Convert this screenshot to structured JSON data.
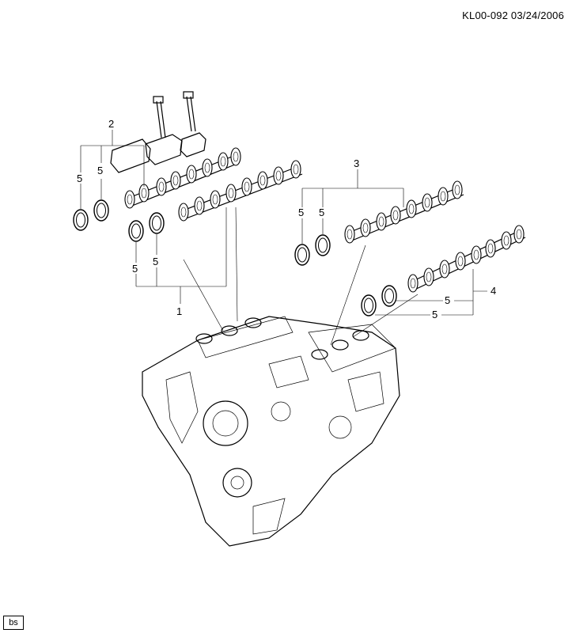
{
  "header": {
    "ref_code": "KL00-092  03/24/2006"
  },
  "footer": {
    "stamp": "bs"
  },
  "callouts": {
    "c1": "1",
    "c2": "2",
    "c3": "3",
    "c4": "4",
    "c5a": "5",
    "c5b": "5",
    "c5c": "5",
    "c5d": "5",
    "c5e": "5",
    "c5f": "5",
    "c5g": "5",
    "c5h": "5"
  }
}
